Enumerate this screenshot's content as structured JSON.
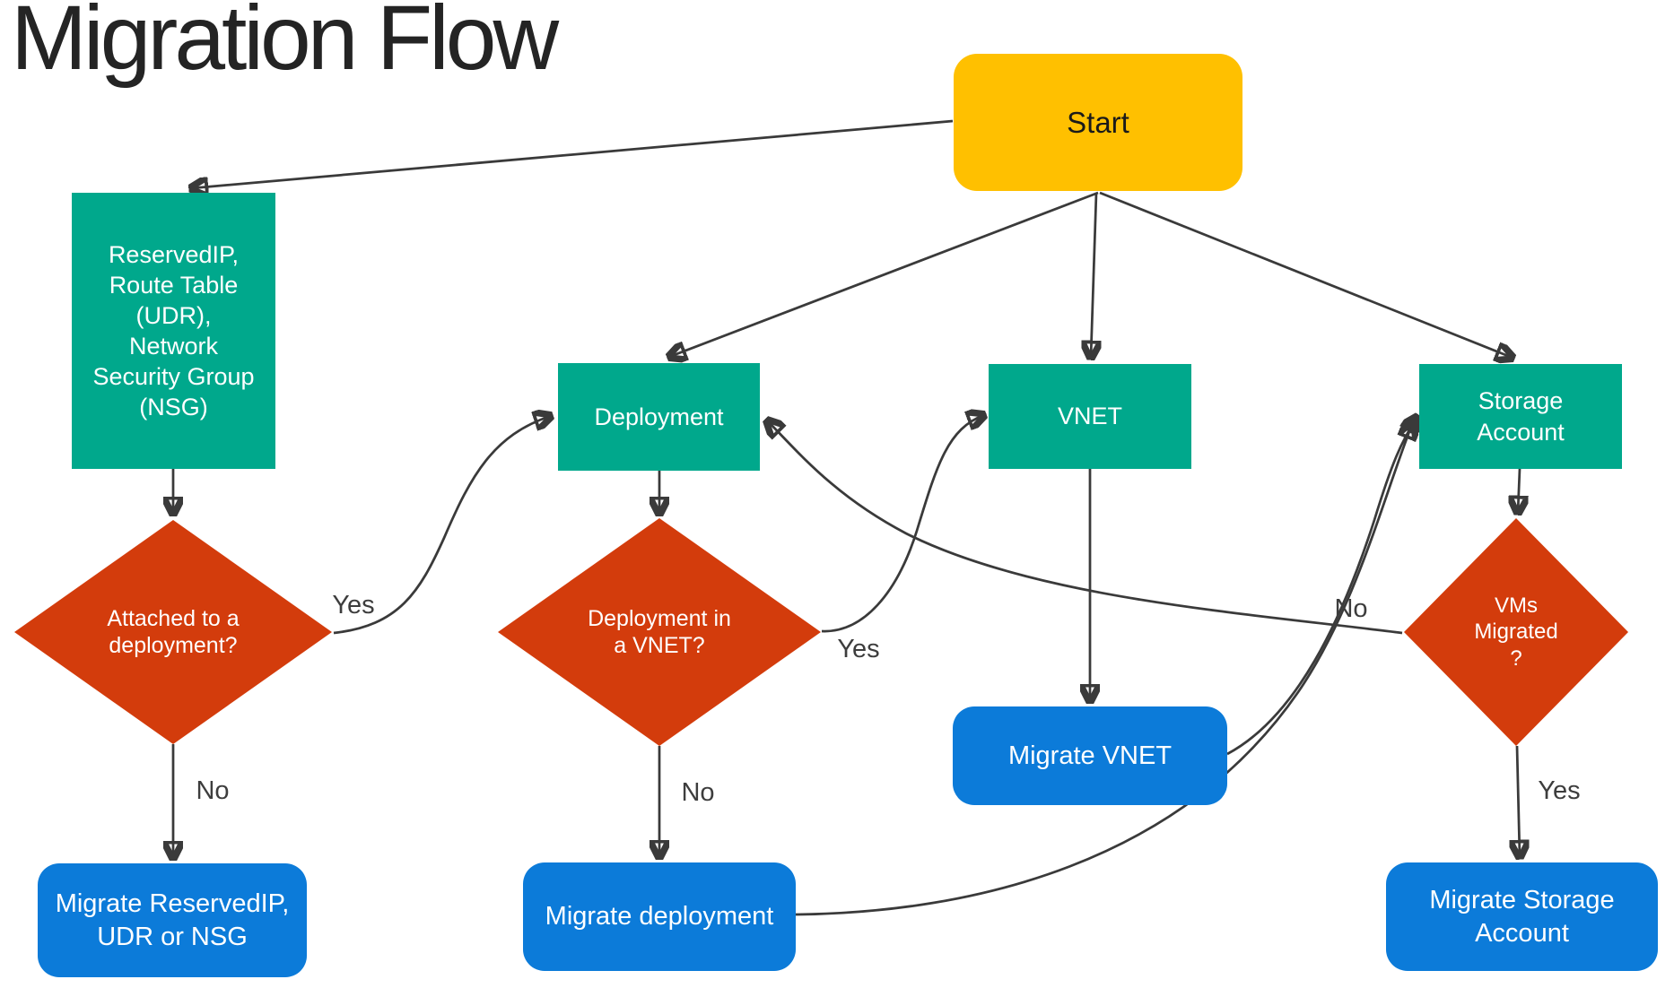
{
  "title": "Migration Flow",
  "colors": {
    "start_fill": "#FFC000",
    "resource_fill": "#00A88C",
    "decision_fill": "#D33C0C",
    "action_fill": "#0C7BD9",
    "arrow": "#3A3A3A",
    "shape_text": "#FFFFFF",
    "title_text": "#242424"
  },
  "nodes": {
    "start": {
      "label": "Start",
      "type": "start"
    },
    "reserved_ip": {
      "label": "ReservedIP,\nRoute Table\n(UDR),\nNetwork\nSecurity Group\n(NSG)",
      "type": "resource"
    },
    "deployment": {
      "label": "Deployment",
      "type": "resource"
    },
    "vnet": {
      "label": "VNET",
      "type": "resource"
    },
    "storage_account": {
      "label": "Storage\nAccount",
      "type": "resource"
    },
    "attached_to_deployment": {
      "label": "Attached to a\ndeployment?",
      "type": "decision"
    },
    "deployment_in_vnet": {
      "label": "Deployment in\na VNET?",
      "type": "decision"
    },
    "vms_migrated": {
      "label": "VMs\nMigrated\n?",
      "type": "decision"
    },
    "migrate_reserved": {
      "label": "Migrate ReservedIP,\nUDR or NSG",
      "type": "action"
    },
    "migrate_deployment": {
      "label": "Migrate deployment",
      "type": "action"
    },
    "migrate_vnet": {
      "label": "Migrate VNET",
      "type": "action"
    },
    "migrate_storage": {
      "label": "Migrate Storage\nAccount",
      "type": "action"
    }
  },
  "edge_labels": {
    "attached_yes": "Yes",
    "attached_no": "No",
    "invnet_yes": "Yes",
    "invnet_no": "No",
    "vms_no": "No",
    "vms_yes": "Yes"
  },
  "edges": [
    {
      "from": "start",
      "to": "reserved_ip"
    },
    {
      "from": "start",
      "to": "deployment"
    },
    {
      "from": "start",
      "to": "vnet"
    },
    {
      "from": "start",
      "to": "storage_account"
    },
    {
      "from": "reserved_ip",
      "to": "attached_to_deployment"
    },
    {
      "from": "attached_to_deployment",
      "to": "deployment",
      "label": "Yes"
    },
    {
      "from": "attached_to_deployment",
      "to": "migrate_reserved",
      "label": "No"
    },
    {
      "from": "deployment",
      "to": "deployment_in_vnet"
    },
    {
      "from": "deployment_in_vnet",
      "to": "vnet",
      "label": "Yes"
    },
    {
      "from": "deployment_in_vnet",
      "to": "migrate_deployment",
      "label": "No"
    },
    {
      "from": "vnet",
      "to": "migrate_vnet"
    },
    {
      "from": "migrate_vnet",
      "to": "storage_account"
    },
    {
      "from": "migrate_deployment",
      "to": "storage_account"
    },
    {
      "from": "storage_account",
      "to": "vms_migrated"
    },
    {
      "from": "vms_migrated",
      "to": "deployment",
      "label": "No"
    },
    {
      "from": "vms_migrated",
      "to": "migrate_storage",
      "label": "Yes"
    }
  ]
}
